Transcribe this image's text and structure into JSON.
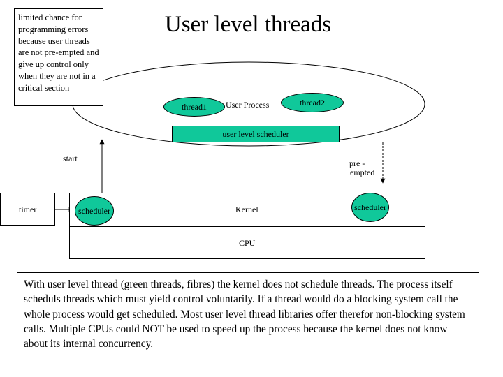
{
  "title": "User level threads",
  "note": "limited chance for programming errors because user threads are not pre-empted and give up control only when they are not in a critical section",
  "process": {
    "label": "User Process",
    "thread1": "thread1",
    "thread2": "thread2",
    "scheduler": "user level scheduler"
  },
  "arrows": {
    "start": "start",
    "preempted_line1": "pre -",
    "preempted_line2": ".empted"
  },
  "timer": "timer",
  "kernel": {
    "label": "Kernel",
    "scheduler_left": "scheduler",
    "scheduler_right": "scheduler"
  },
  "cpu": "CPU",
  "description": "With user level thread (green threads, fibres) the kernel does not schedule threads. The process itself scheduls threads which must yield control voluntarily. If a thread would do a blocking system call the whole process would get scheduled. Most user level thread libraries offer therefor non-blocking system calls. Multiple CPUs could NOT be used to speed up the process because the kernel does not know about its internal concurrency.",
  "colors": {
    "thread_fill": "#10c89a",
    "line": "#000000",
    "background": "#ffffff"
  }
}
